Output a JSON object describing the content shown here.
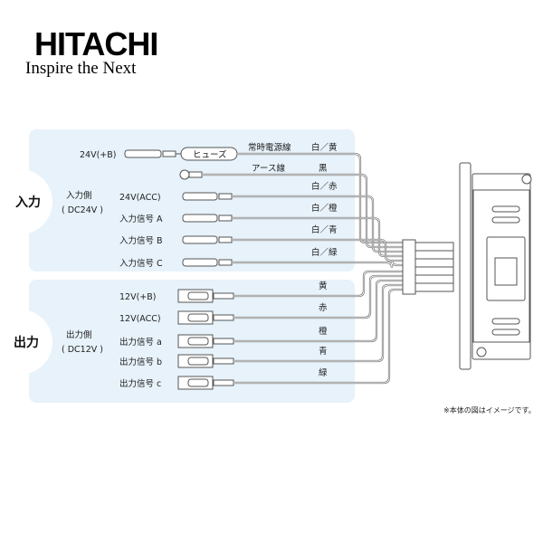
{
  "logo": {
    "brand": "HITACHI",
    "tagline": "Inspire the Next"
  },
  "input": {
    "section": "入力",
    "side": "入力側",
    "voltage": "( DC24V )",
    "fuse": "ヒューズ",
    "rows": [
      {
        "label": "24V(+B)",
        "wire": "常時電源線",
        "color": "白／黄"
      },
      {
        "label": "",
        "wire": "アース線",
        "color": "黒"
      },
      {
        "label": "24V(ACC)",
        "wire": "",
        "color": "白／赤"
      },
      {
        "label": "入力信号 A",
        "wire": "",
        "color": "白／橙"
      },
      {
        "label": "入力信号 B",
        "wire": "",
        "color": "白／青"
      },
      {
        "label": "入力信号 C",
        "wire": "",
        "color": "白／緑"
      }
    ]
  },
  "output": {
    "section": "出力",
    "side": "出力側",
    "voltage": "( DC12V )",
    "rows": [
      {
        "label": "12V(+B)",
        "color": "黄"
      },
      {
        "label": "12V(ACC)",
        "color": "赤"
      },
      {
        "label": "出力信号 a",
        "color": "橙"
      },
      {
        "label": "出力信号 b",
        "color": "青"
      },
      {
        "label": "出力信号 c",
        "color": "緑"
      }
    ]
  },
  "note": "※本体の図はイメージです。",
  "colors": {
    "panel": "#e7f2fa",
    "wire": "#666666"
  }
}
